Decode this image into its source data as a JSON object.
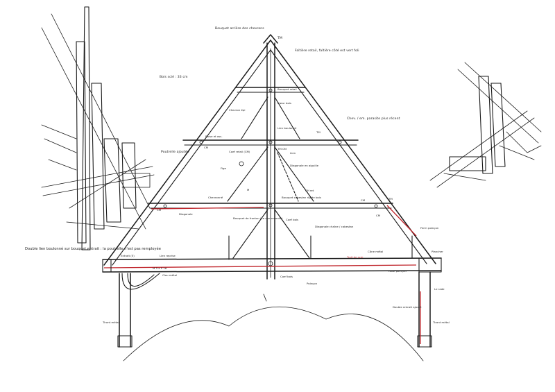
{
  "labels": {
    "bouquet_arriere": "Bouquet arrière des chevrons",
    "tm_top": "TM",
    "faitage": "Faîtière retail, faîtière côté est vert foli",
    "bois_scie": "Bois scié : 33 cm",
    "bouquet_retail": "Bouquet retail",
    "coeur_bois": "Cœur bois",
    "chevron_epi": "Chevron épi",
    "chevron_parasite": "Chev. / em. parasite plus récent",
    "raise": "Raise et ass.",
    "lien_boulonne": "Lien boulonné",
    "tm_mid": "TM",
    "cm_1": "CM",
    "poutre": "Poutrelle ajoutée",
    "tm_cm": "TM CM",
    "coef_retail": "Coef retail (CM)",
    "fige": "Fige",
    "lien_1": "Lien",
    "diagonale": "Diagonale en aiguille",
    "cm_2": "CM",
    "m_p": "M",
    "bouquet_cabestan": "Bouquet cabestan rigide bois",
    "ch_ret": "CH ret",
    "cm_3": "CM",
    "diagonale_cabestan": "Diagonale chaîne / cabestan",
    "coef_bois": "Coef bois",
    "diagonale_2": "Diagonale",
    "bouquet_de_fronton": "Bouquet de fronton (ce contreventé)",
    "chevronne": "Chevronné",
    "cm_4": "CM",
    "tm_5": "TM",
    "left_note": "Double lien boulonné sur bouquet entrait : la poutrelle n'est pas remployée",
    "tirant_metal": "Tirant métal",
    "tirant_metal_r": "Tirant métal",
    "ferm_poinc": "Ferm poinçon",
    "rose_poinc": "Rose poinçon",
    "double_entrait": "Double entrait ajouté",
    "plancher": "Plancher",
    "le_rade": "Le rade",
    "trait_red": "Trait de scie",
    "cone_metal": "Cône métal",
    "ch_metal": "Clou métal",
    "entrait_1": "Entrait (E)",
    "lien_reprise": "Lien reprise",
    "coef_bois_2": "Coef bois",
    "poinson_c": "Poinçon",
    "m_5x": "M 5 x P 16"
  }
}
